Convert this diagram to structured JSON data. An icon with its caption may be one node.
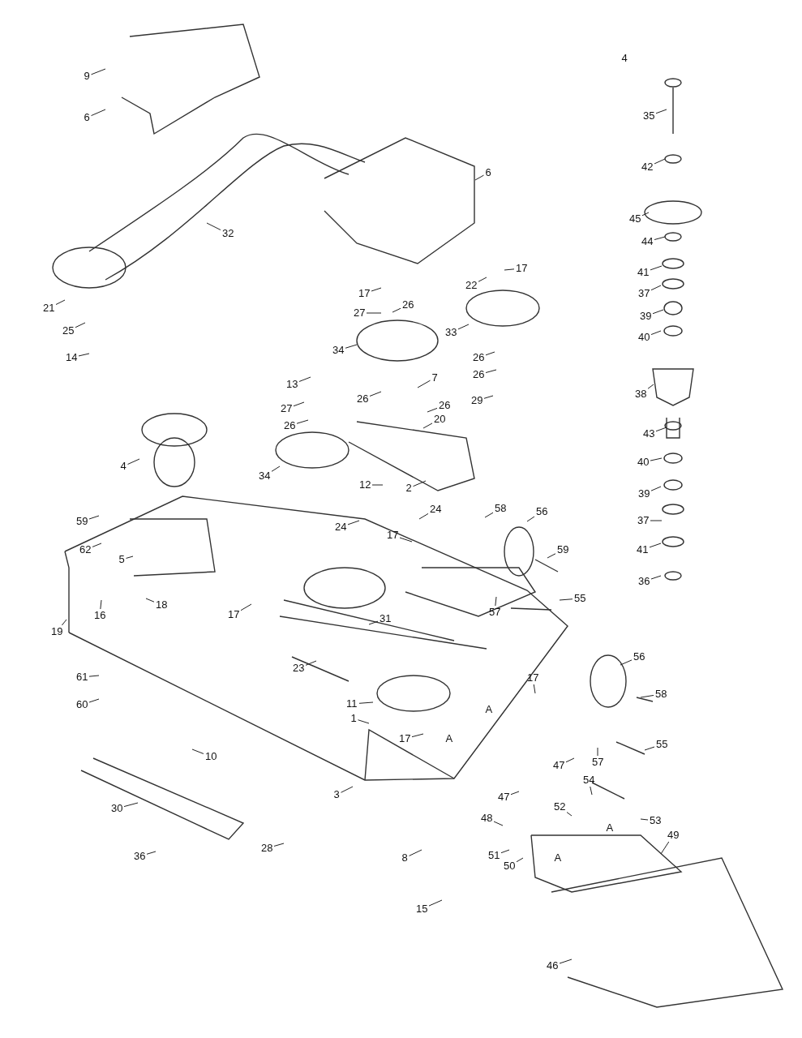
{
  "diagram": {
    "nodes": [
      {
        "text": [
          "9"
        ]
      },
      {
        "text": [
          "6"
        ]
      },
      {
        "text": [
          "35"
        ]
      },
      {
        "text": [
          "6"
        ]
      },
      {
        "text": [
          "42"
        ]
      },
      {
        "text": [
          "32"
        ]
      },
      {
        "text": [
          "45"
        ]
      },
      {
        "text": [
          "44"
        ]
      },
      {
        "text": [
          "17"
        ]
      },
      {
        "text": [
          "22"
        ]
      },
      {
        "text": [
          "41"
        ]
      },
      {
        "text": [
          "17"
        ]
      },
      {
        "text": [
          "37"
        ]
      },
      {
        "text": [
          "21"
        ]
      },
      {
        "text": [
          "27"
        ]
      },
      {
        "text": [
          "26"
        ]
      },
      {
        "text": [
          "39"
        ]
      },
      {
        "text": [
          "25"
        ]
      },
      {
        "text": [
          "33"
        ]
      },
      {
        "text": [
          "40"
        ]
      },
      {
        "text": [
          "14"
        ]
      },
      {
        "text": [
          "26"
        ]
      },
      {
        "text": [
          "34"
        ]
      },
      {
        "text": [
          "26"
        ]
      },
      {
        "text": [
          "38"
        ]
      },
      {
        "text": [
          "13"
        ]
      },
      {
        "text": [
          "7"
        ]
      },
      {
        "text": [
          "26"
        ]
      },
      {
        "text": [
          "29"
        ]
      },
      {
        "text": [
          "27"
        ]
      },
      {
        "text": [
          "26"
        ]
      },
      {
        "text": [
          "26"
        ]
      },
      {
        "text": [
          "20"
        ]
      },
      {
        "text": [
          "43"
        ]
      },
      {
        "text": [
          "4"
        ]
      },
      {
        "text": [
          "34"
        ]
      },
      {
        "text": [
          "40"
        ]
      },
      {
        "text": [
          "12"
        ]
      },
      {
        "text": [
          "2"
        ]
      },
      {
        "text": [
          "39"
        ]
      },
      {
        "text": [
          "59"
        ]
      },
      {
        "text": [
          "58"
        ]
      },
      {
        "text": [
          "56"
        ]
      },
      {
        "text": [
          "24"
        ]
      },
      {
        "text": [
          "24"
        ]
      },
      {
        "text": [
          "37"
        ]
      },
      {
        "text": [
          "62"
        ]
      },
      {
        "text": [
          "17"
        ]
      },
      {
        "text": [
          "59"
        ]
      },
      {
        "text": [
          "41"
        ]
      },
      {
        "text": [
          "5"
        ]
      },
      {
        "text": [
          "36"
        ]
      },
      {
        "text": [
          "18"
        ]
      },
      {
        "text": [
          "17"
        ]
      },
      {
        "text": [
          "55"
        ]
      },
      {
        "text": [
          "57"
        ]
      },
      {
        "text": [
          "19"
        ]
      },
      {
        "text": [
          "16"
        ]
      },
      {
        "text": [
          "31"
        ]
      },
      {
        "text": [
          "56"
        ]
      },
      {
        "text": [
          "23"
        ]
      },
      {
        "text": [
          "17"
        ]
      },
      {
        "text": [
          "61"
        ]
      },
      {
        "text": [
          "11"
        ]
      },
      {
        "text": [
          "60"
        ]
      },
      {
        "text": [
          "58"
        ]
      },
      {
        "text": [
          "1"
        ]
      },
      {
        "text": [
          "17"
        ]
      },
      {
        "text": [
          "10"
        ]
      },
      {
        "text": [
          "47"
        ]
      },
      {
        "text": [
          "57"
        ]
      },
      {
        "text": [
          "55"
        ]
      },
      {
        "text": [
          "54"
        ]
      },
      {
        "text": [
          "47"
        ]
      },
      {
        "text": [
          "3"
        ]
      },
      {
        "text": [
          "30"
        ]
      },
      {
        "text": [
          "52"
        ]
      },
      {
        "text": [
          "48"
        ]
      },
      {
        "text": [
          "53"
        ]
      },
      {
        "text": [
          "49"
        ]
      },
      {
        "text": [
          "8"
        ]
      },
      {
        "text": [
          "28"
        ]
      },
      {
        "text": [
          "51"
        ]
      },
      {
        "text": [
          "50"
        ]
      },
      {
        "text": [
          "36"
        ]
      },
      {
        "text": [
          "15"
        ]
      },
      {
        "text": [
          "46"
        ]
      }
    ],
    "edges": [
      {
        "from": 0,
        "to": null,
        "arrow": "none"
      },
      {
        "from": 1,
        "to": null,
        "arrow": "none"
      },
      {
        "from": 2,
        "to": null,
        "arrow": "none"
      },
      {
        "from": 3,
        "to": null,
        "arrow": "none"
      },
      {
        "from": 4,
        "to": null,
        "arrow": "none"
      },
      {
        "from": 5,
        "to": null,
        "arrow": "none"
      },
      {
        "from": 6,
        "to": null,
        "arrow": "none"
      },
      {
        "from": 7,
        "to": null,
        "arrow": "none"
      },
      {
        "from": 8,
        "to": null,
        "arrow": "none"
      },
      {
        "from": 9,
        "to": null,
        "arrow": "none"
      },
      {
        "from": 10,
        "to": null,
        "arrow": "none"
      },
      {
        "from": 11,
        "to": null,
        "arrow": "none"
      },
      {
        "from": 12,
        "to": null,
        "arrow": "none"
      },
      {
        "from": 13,
        "to": null,
        "arrow": "none"
      },
      {
        "from": 14,
        "to": null,
        "arrow": "none"
      },
      {
        "from": 15,
        "to": null,
        "arrow": "none"
      },
      {
        "from": 16,
        "to": null,
        "arrow": "none"
      },
      {
        "from": 17,
        "to": null,
        "arrow": "none"
      },
      {
        "from": 18,
        "to": null,
        "arrow": "none"
      },
      {
        "from": 19,
        "to": null,
        "arrow": "none"
      },
      {
        "from": 20,
        "to": null,
        "arrow": "none"
      },
      {
        "from": 21,
        "to": null,
        "arrow": "none"
      },
      {
        "from": 22,
        "to": null,
        "arrow": "none"
      },
      {
        "from": 23,
        "to": null,
        "arrow": "none"
      },
      {
        "from": 24,
        "to": null,
        "arrow": "none"
      },
      {
        "from": 25,
        "to": null,
        "arrow": "none"
      },
      {
        "from": 26,
        "to": null,
        "arrow": "none"
      },
      {
        "from": 27,
        "to": null,
        "arrow": "none"
      },
      {
        "from": 28,
        "to": null,
        "arrow": "none"
      },
      {
        "from": 29,
        "to": null,
        "arrow": "none"
      },
      {
        "from": 30,
        "to": null,
        "arrow": "none"
      },
      {
        "from": 31,
        "to": null,
        "arrow": "none"
      },
      {
        "from": 32,
        "to": null,
        "arrow": "none"
      },
      {
        "from": 33,
        "to": null,
        "arrow": "none"
      },
      {
        "from": 34,
        "to": null,
        "arrow": "none"
      },
      {
        "from": 35,
        "to": null,
        "arrow": "none"
      },
      {
        "from": 36,
        "to": null,
        "arrow": "none"
      },
      {
        "from": 37,
        "to": null,
        "arrow": "none"
      },
      {
        "from": 38,
        "to": null,
        "arrow": "none"
      },
      {
        "from": 39,
        "to": null,
        "arrow": "none"
      },
      {
        "from": 40,
        "to": null,
        "arrow": "none"
      },
      {
        "from": 41,
        "to": null,
        "arrow": "none"
      },
      {
        "from": 42,
        "to": null,
        "arrow": "none"
      },
      {
        "from": 43,
        "to": null,
        "arrow": "none"
      },
      {
        "from": 44,
        "to": null,
        "arrow": "none"
      },
      {
        "from": 45,
        "to": null,
        "arrow": "none"
      },
      {
        "from": 46,
        "to": null,
        "arrow": "none"
      },
      {
        "from": 47,
        "to": null,
        "arrow": "none"
      },
      {
        "from": 48,
        "to": null,
        "arrow": "none"
      },
      {
        "from": 49,
        "to": null,
        "arrow": "none"
      },
      {
        "from": 50,
        "to": null,
        "arrow": "none"
      },
      {
        "from": 51,
        "to": null,
        "arrow": "none"
      },
      {
        "from": 52,
        "to": null,
        "arrow": "none"
      },
      {
        "from": 53,
        "to": null,
        "arrow": "none"
      },
      {
        "from": 54,
        "to": null,
        "arrow": "none"
      },
      {
        "from": 55,
        "to": null,
        "arrow": "none"
      },
      {
        "from": 56,
        "to": null,
        "arrow": "none"
      },
      {
        "from": 57,
        "to": null,
        "arrow": "none"
      },
      {
        "from": 58,
        "to": null,
        "arrow": "none"
      },
      {
        "from": 59,
        "to": null,
        "arrow": "none"
      },
      {
        "from": 60,
        "to": null,
        "arrow": "none"
      },
      {
        "from": 61,
        "to": null,
        "arrow": "none"
      },
      {
        "from": 62,
        "to": null,
        "arrow": "none"
      },
      {
        "from": 63,
        "to": null,
        "arrow": "none"
      },
      {
        "from": 64,
        "to": null,
        "arrow": "none"
      },
      {
        "from": 65,
        "to": null,
        "arrow": "none"
      },
      {
        "from": 66,
        "to": null,
        "arrow": "none"
      },
      {
        "from": 67,
        "to": null,
        "arrow": "none"
      },
      {
        "from": 68,
        "to": null,
        "arrow": "none"
      },
      {
        "from": 69,
        "to": null,
        "arrow": "none"
      },
      {
        "from": 70,
        "to": null,
        "arrow": "none"
      },
      {
        "from": 71,
        "to": null,
        "arrow": "none"
      },
      {
        "from": 72,
        "to": null,
        "arrow": "none"
      },
      {
        "from": 73,
        "to": null,
        "arrow": "none"
      },
      {
        "from": 74,
        "to": null,
        "arrow": "none"
      },
      {
        "from": 75,
        "to": null,
        "arrow": "none"
      },
      {
        "from": 76,
        "to": null,
        "arrow": "none"
      },
      {
        "from": 77,
        "to": null,
        "arrow": "none"
      },
      {
        "from": 78,
        "to": null,
        "arrow": "none"
      },
      {
        "from": 79,
        "to": null,
        "arrow": "none"
      },
      {
        "from": 80,
        "to": null,
        "arrow": "none"
      },
      {
        "from": 81,
        "to": null,
        "arrow": "none"
      },
      {
        "from": 82,
        "to": null,
        "arrow": "none"
      },
      {
        "from": 83,
        "to": null,
        "arrow": "none"
      },
      {
        "from": 84,
        "to": null,
        "arrow": "none"
      },
      {
        "from": 85,
        "to": null,
        "arrow": "none"
      },
      {
        "from": 86,
        "to": null,
        "arrow": "none"
      }
    ],
    "labels": [
      "4",
      "A",
      "A",
      "A",
      "A"
    ]
  }
}
